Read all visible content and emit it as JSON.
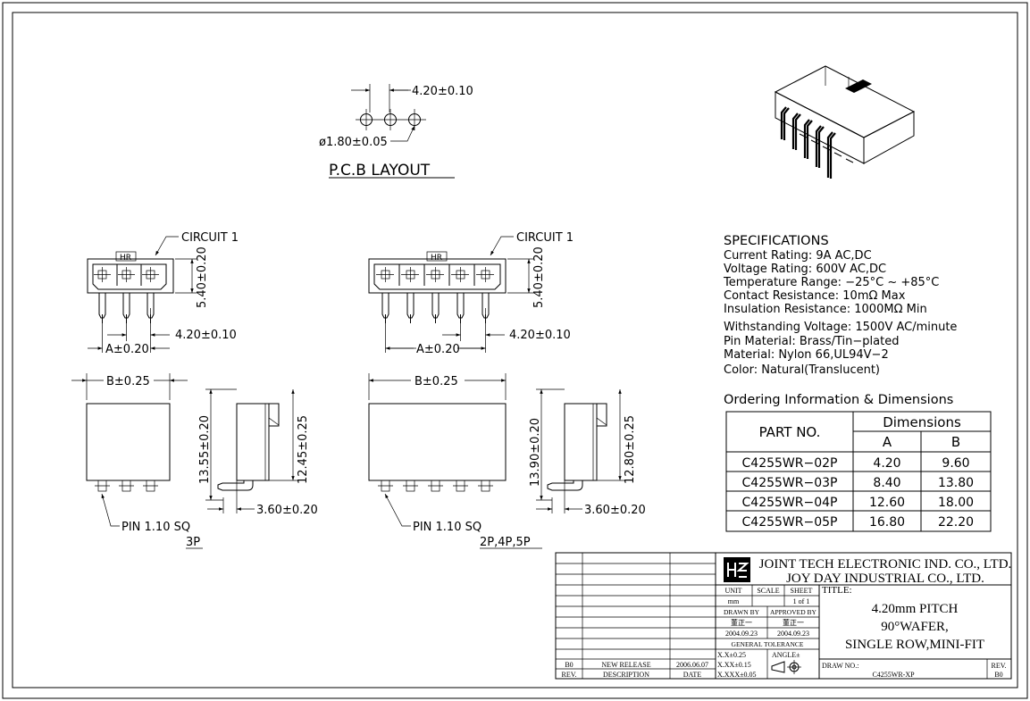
{
  "pcb_layout": {
    "title": "P.C.B LAYOUT",
    "pitch_dim": "4.20±0.10",
    "hole_dim": "ø1.80±0.05"
  },
  "view_3p": {
    "circuit_label": "CIRCUIT 1",
    "housing_mark": "HR",
    "height_dim": "5.40±0.20",
    "pitch_dim": "4.20±0.10",
    "a_dim": "A±0.20",
    "b_dim": "B±0.25",
    "side_height_dim": "13.55±0.20",
    "body_height_dim": "12.45±0.25",
    "pin_offset_dim": "3.60±0.20",
    "pin_label": "PIN 1.10 SQ",
    "caption": "3P"
  },
  "view_multi": {
    "circuit_label": "CIRCUIT 1",
    "housing_mark": "HR",
    "height_dim": "5.40±0.20",
    "pitch_dim": "4.20±0.10",
    "a_dim": "A±0.20",
    "b_dim": "B±0.25",
    "side_height_dim": "13.90±0.20",
    "body_height_dim": "12.80±0.25",
    "pin_offset_dim": "3.60±0.20",
    "pin_label": "PIN 1.10 SQ",
    "caption": "2P,4P,5P"
  },
  "specifications": {
    "heading": "SPECIFICATIONS",
    "lines": [
      "Current Rating: 9A AC,DC",
      "Voltage Rating: 600V AC,DC",
      "Temperature Range: −25°C ~ +85°C",
      "Contact Resistance: 10mΩ Max",
      "Insulation Resistance: 1000MΩ Min",
      "Withstanding Voltage: 1500V AC/minute",
      "Pin Material: Brass/Tin−plated",
      "Material: Nylon 66,UL94V−2",
      "Color: Natural(Translucent)"
    ]
  },
  "ordering": {
    "heading": "Ordering Information & Dimensions",
    "col_part": "PART NO.",
    "col_dims": "Dimensions",
    "col_a": "A",
    "col_b": "B",
    "rows": [
      {
        "part": "C4255WR−02P",
        "a": "4.20",
        "b": "9.60"
      },
      {
        "part": "C4255WR−03P",
        "a": "8.40",
        "b": "13.80"
      },
      {
        "part": "C4255WR−04P",
        "a": "12.60",
        "b": "18.00"
      },
      {
        "part": "C4255WR−05P",
        "a": "16.80",
        "b": "22.20"
      }
    ]
  },
  "title_block": {
    "company_line1": "JOINT TECH ELECTRONIC IND. CO., LTD.",
    "company_line2": "JOY DAY INDUSTRIAL CO., LTD.",
    "unit_label": "UNIT",
    "unit_value": "mm",
    "scale_label": "SCALE",
    "sheet_label": "SHEET",
    "sheet_value": "1 of 1",
    "drawn_label": "DRAWN BY",
    "drawn_name": "董正一",
    "drawn_date": "2004.09.23",
    "approved_label": "APPROVED BY",
    "approved_name": "董正一",
    "approved_date": "2004.09.23",
    "tolerance_label": "GENERAL TOLERANCE",
    "tol_x": "X.X±0.25",
    "tol_xx": "X.XX±0.15",
    "tol_xxx": "X.XXX±0.05",
    "angle_label": "ANGLE±",
    "title_label": "TITLE:",
    "title_line1": "4.20mm PITCH",
    "title_line2": "90°WAFER,",
    "title_line3": "SINGLE ROW,MINI-FIT",
    "drawno_label": "DRAW NO.:",
    "drawno_value": "C4255WR-XP",
    "rev_label": "REV.",
    "rev_value": "B0",
    "revision_row": {
      "rev": "B0",
      "description": "NEW RELEASE",
      "date": "2006.06.07"
    },
    "col_rev": "REV.",
    "col_description": "DESCRIPTION",
    "col_date": "DATE"
  }
}
